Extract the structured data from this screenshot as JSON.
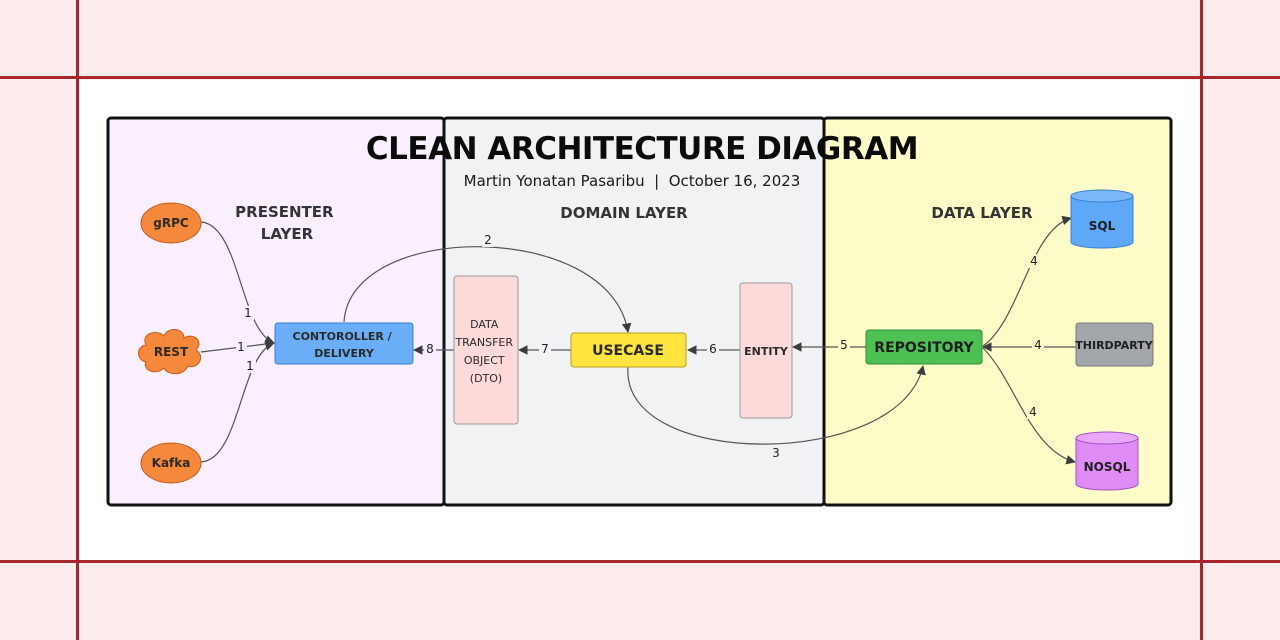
{
  "title": "CLEAN ARCHITECTURE DIAGRAM",
  "subtitle": "Martin Yonatan Pasaribu  |  October 16, 2023",
  "layers": {
    "presenter": [
      "PRESENTER",
      "LAYER"
    ],
    "domain": "DOMAIN LAYER",
    "data": "DATA LAYER"
  },
  "nodes": {
    "grpc": "gRPC",
    "rest": "REST",
    "kafka": "Kafka",
    "controller": [
      "CONTOROLLER /",
      "DELIVERY"
    ],
    "dto": [
      "DATA",
      "TRANSFER",
      "OBJECT",
      "(DTO)"
    ],
    "usecase": "USECASE",
    "entity": "ENTITY",
    "repository": "REPOSITORY",
    "sql": "SQL",
    "thirdparty": "THIRDPARTY",
    "nosql": "NOSQL"
  },
  "edge_labels": {
    "grpc_controller": "1",
    "rest_controller": "1",
    "kafka_controller": "1",
    "controller_usecase": "2",
    "usecase_repository": "3",
    "repository_sql": "4",
    "thirdparty_repository": "4",
    "repository_nosql": "4",
    "repository_entity": "5",
    "entity_usecase": "6",
    "usecase_dto": "7",
    "dto_controller": "8"
  },
  "colors": {
    "background": "#fdeced",
    "gridline": "#a7262d",
    "presenter_fill": "#f9efff",
    "domain_fill": "#f1f2f4",
    "data_fill": "#fdfcc8",
    "source_node": "#f6883c",
    "controller": "#69aef6",
    "dto_entity": "#fdd9da",
    "usecase": "#fde43f",
    "repository": "#4ec155",
    "sql": "#5ea8f7",
    "thirdparty": "#a3a6ab",
    "nosql": "#e08cf7"
  }
}
